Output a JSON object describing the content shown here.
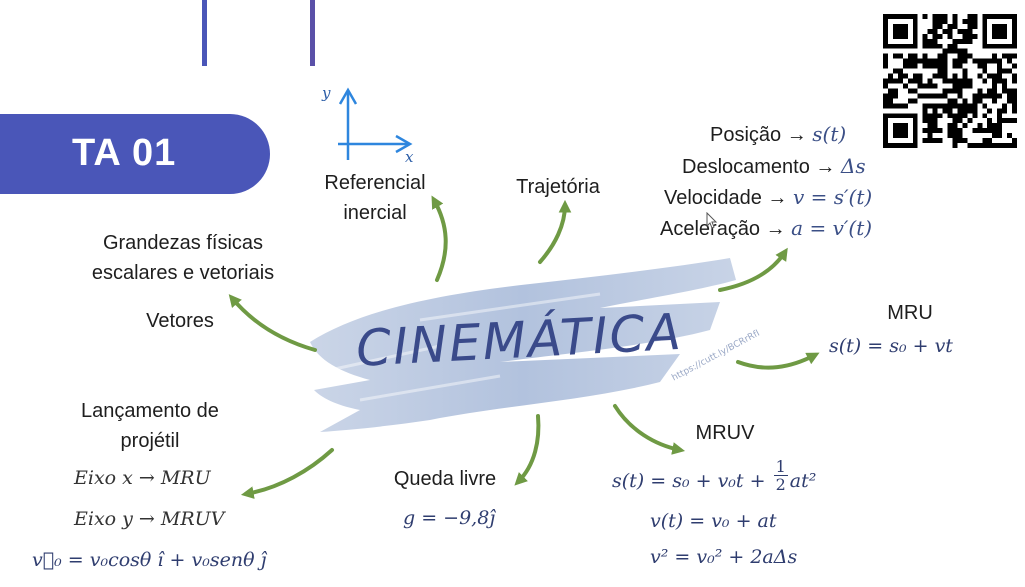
{
  "badge": {
    "label": "TA 01"
  },
  "center": {
    "title": "CINEMÁTICA",
    "watermark": "https://cutt.ly/BCRrRfI"
  },
  "axes": {
    "y_label": "y",
    "x_label": "x"
  },
  "nodes": {
    "referencial": {
      "line1": "Referencial",
      "line2": "inercial"
    },
    "trajetoria": {
      "label": "Trajetória"
    },
    "grandezas": {
      "line1": "Grandezas físicas",
      "line2": "escalares e vetoriais"
    },
    "vetores": {
      "label": "Vetores"
    },
    "lancamento": {
      "line1": "Lançamento de",
      "line2": "projétil",
      "eixo_x": "Eixo x → MRU",
      "eixo_y": "Eixo y → MRUV",
      "v0": "v⃗₀ = v₀cosθ î + v₀senθ ĵ"
    },
    "queda": {
      "label": "Queda livre",
      "formula": "g = −9,8ĵ"
    },
    "mruv": {
      "label": "MRUV",
      "f1_pre": "s(t) = s₀ + v₀t + ",
      "f1_num": "1",
      "f1_den": "2",
      "f1_post": "at²",
      "f2": "v(t) = v₀ + at",
      "f3": "v² = v₀² + 2aΔs"
    },
    "mru": {
      "label": "MRU",
      "formula": "s(t) = s₀ + vt"
    },
    "grandezas_cinematicas": [
      {
        "text": "Posição → ",
        "math": "s(t)"
      },
      {
        "text": "Deslocamento → ",
        "math": "Δs"
      },
      {
        "text": "Velocidade → ",
        "math": "v = s′(t)"
      },
      {
        "text": "Aceleração → ",
        "math": "a = v′(t)"
      }
    ]
  },
  "colors": {
    "arrow": "#6f9a44",
    "badge": "#4a56b8",
    "axis": "#2e86de",
    "splash": "#b7c6df",
    "title": "#3a4a8a"
  },
  "icons": [
    "qr-code-icon",
    "cursor-icon",
    "axes-icon"
  ]
}
